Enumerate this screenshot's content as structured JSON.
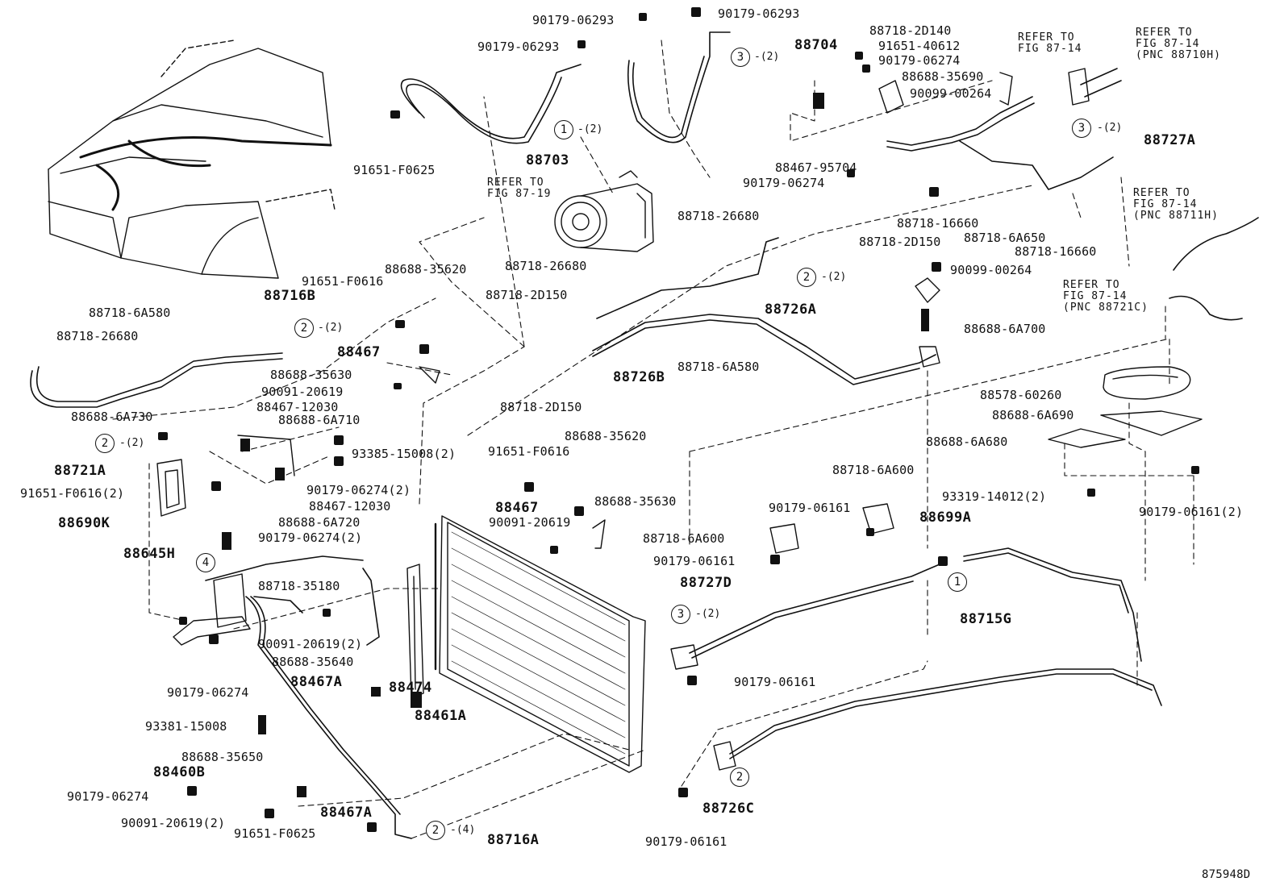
{
  "labels": {
    "l1": "90179-06293",
    "l2": "90179-06293",
    "l3": "90179-06293",
    "l4": "88718-2D140",
    "l5": "91651-40612",
    "l6": "90179-06274",
    "l7": "88688-35690",
    "l8": "90099-00264",
    "l9": "88467-95704",
    "l10": "90179-06274",
    "l11": "91651-F0625",
    "l12": "88718-16660",
    "l13": "88718-6A650",
    "l14": "88718-16660",
    "l15": "88718-26680",
    "l16": "88718-2D150",
    "l17": "88718-26680",
    "l18": "88718-2D150",
    "l19": "90099-00264",
    "l20": "91651-F0616",
    "l21": "88688-35620",
    "l22": "88718-6A580",
    "l23": "88718-26680",
    "l24": "88688-6A700",
    "l25": "88688-35630",
    "l26": "90091-20619",
    "l27": "88467-12030",
    "l28": "88688-6A710",
    "l29": "88688-6A730",
    "l30": "93385-15008(2)",
    "l31": "91651-F0616(2)",
    "l32": "90179-06274(2)",
    "l33": "88467-12030",
    "l34": "88688-6A720",
    "l35": "90179-06274(2)",
    "l36": "88718-6A580",
    "l37": "88718-2D150",
    "l38": "88578-60260",
    "l39": "88688-6A690",
    "l40": "88688-6A680",
    "l41": "88688-35620",
    "l42": "91651-F0616",
    "l43": "88688-35630",
    "l44": "90091-20619",
    "l45": "88718-6A600",
    "l46": "90179-06161",
    "l47": "88718-6A600",
    "l48": "90179-06161",
    "l49": "93319-14012(2)",
    "l50": "90179-06161(2)",
    "l51": "88718-35180",
    "l52": "90091-20619(2)",
    "l53": "88688-35640",
    "l54": "90179-06274",
    "l55": "93381-15008",
    "l56": "88688-35650",
    "l57": "90179-06274",
    "l58": "90091-20619(2)",
    "l59": "91651-F0625",
    "l60": "90179-06161",
    "l61": "90179-06161"
  },
  "assemblies": {
    "a88704": "88704",
    "a88703": "88703",
    "a88727A": "88727A",
    "a88726A": "88726A",
    "a88716B": "88716B",
    "a88467a": "88467",
    "a88726B": "88726B",
    "a88721A": "88721A",
    "a88690K": "88690K",
    "a88467b": "88467",
    "a88699A": "88699A",
    "a88645H": "88645H",
    "a88727D": "88727D",
    "a88715G": "88715G",
    "a88467A1": "88467A",
    "a88474": "88474",
    "a88461A": "88461A",
    "a88460B": "88460B",
    "a88467A2": "88467A",
    "a88716A": "88716A",
    "a88726C": "88726C"
  },
  "refs": {
    "r1": "REFER TO\nFIG 87-14",
    "r2": "REFER TO\nFIG 87-14\n(PNC 88710H)",
    "r3": "REFER TO\nFIG 87-19",
    "r4": "REFER TO\nFIG 87-14\n(PNC 88711H)",
    "r5": "REFER TO\nFIG 87-14\n(PNC 88721C)"
  },
  "circles": {
    "c1": "3",
    "c1s": "-(2)",
    "c2": "1",
    "c2s": "-(2)",
    "c3": "3",
    "c3s": "-(2)",
    "c4": "2",
    "c4s": "-(2)",
    "c5": "2",
    "c5s": "-(2)",
    "c6": "2",
    "c6s": "-(2)",
    "c7": "4",
    "c8": "3",
    "c8s": "-(2)",
    "c9": "1",
    "c10": "2",
    "c11": "2",
    "c11s": "-(4)"
  },
  "figure_id": "875948D"
}
